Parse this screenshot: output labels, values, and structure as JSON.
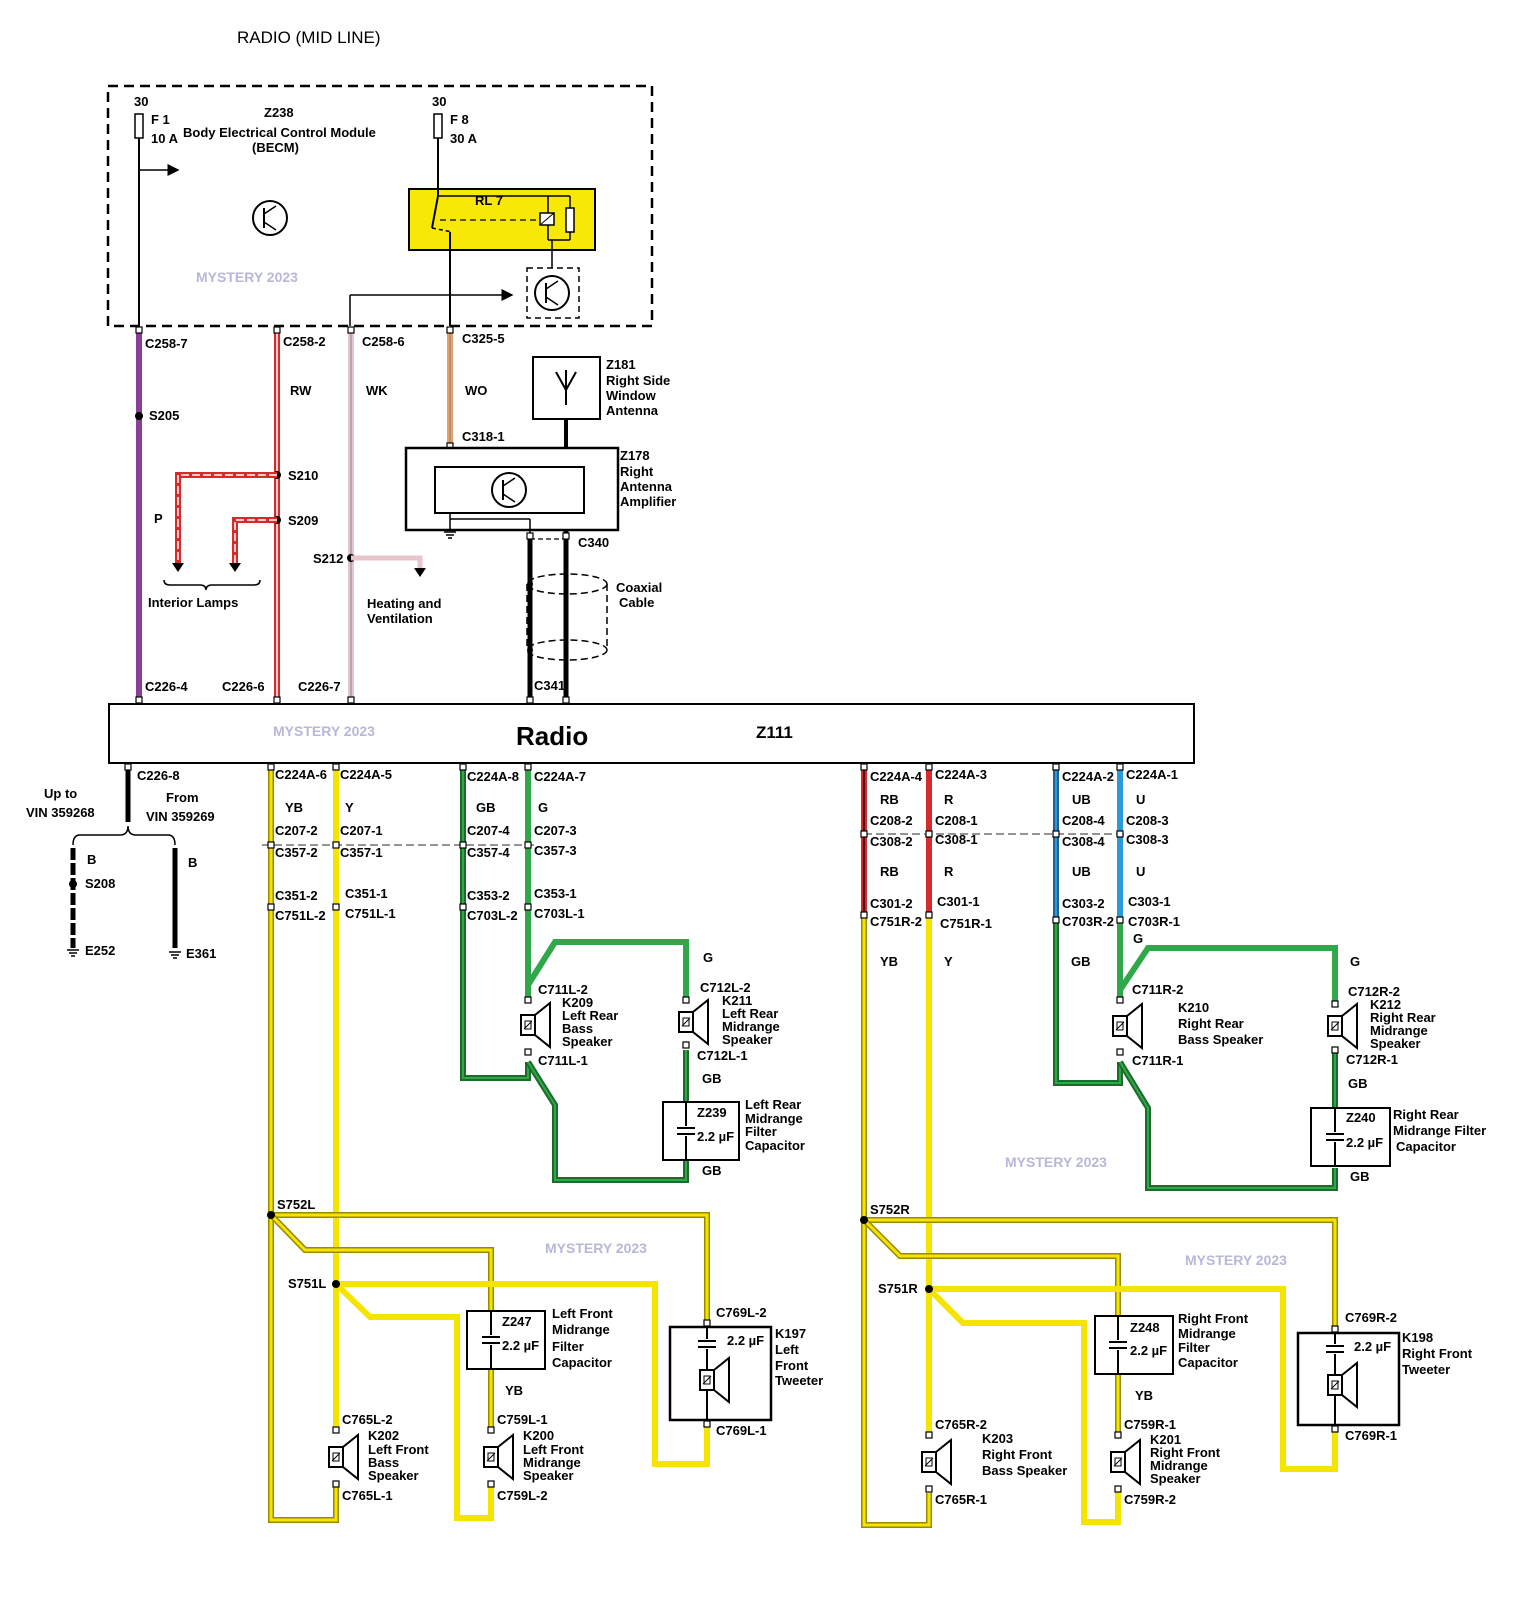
{
  "title": "RADIO (MID LINE)",
  "watermark": "MYSTERY 2023",
  "colors": {
    "purple": "#8a3f96",
    "red": "#d42b2b",
    "pink": "#e8c4cc",
    "orange": "#e4a36b",
    "green": "#2fa84a",
    "darkgreen": "#1c6b2a",
    "yellow": "#f5e400",
    "yellowdark": "#9a8a00",
    "blue": "#2a9bd8",
    "darkblue": "#1f5f9a",
    "black": "#000000",
    "relay": "#f7e805"
  },
  "becm": {
    "code": "Z238",
    "name": "Body Electrical Control Module",
    "abbr": "(BECM)",
    "fuse1": {
      "pin": "30",
      "id": "F 1",
      "rating": "10 A"
    },
    "fuse8": {
      "pin": "30",
      "id": "F 8",
      "rating": "30 A"
    },
    "relay": "RL 7"
  },
  "connectors": {
    "c258_7": "C258-7",
    "c258_2": "C258-2",
    "c258_6": "C258-6",
    "c325_5": "C325-5",
    "c318_1": "C318-1",
    "c340": "C340",
    "c341": "C341",
    "c226_4": "C226-4",
    "c226_6": "C226-6",
    "c226_7": "C226-7",
    "c226_8": "C226-8",
    "c224a_6": "C224A-6",
    "c224a_5": "C224A-5",
    "c224a_8": "C224A-8",
    "c224a_7": "C224A-7",
    "c224a_4": "C224A-4",
    "c224a_3": "C224A-3",
    "c224a_2": "C224A-2",
    "c224a_1": "C224A-1",
    "c207_2": "C207-2",
    "c207_1": "C207-1",
    "c207_4": "C207-4",
    "c207_3": "C207-3",
    "c357_2": "C357-2",
    "c357_1": "C357-1",
    "c357_4": "C357-4",
    "c357_3": "C357-3",
    "c351_2": "C351-2",
    "c351_1": "C351-1",
    "c751l_2": "C751L-2",
    "c751l_1": "C751L-1",
    "c353_2": "C353-2",
    "c353_1": "C353-1",
    "c703l_2": "C703L-2",
    "c703l_1": "C703L-1",
    "c208_2": "C208-2",
    "c208_1": "C208-1",
    "c308_2": "C308-2",
    "c308_1": "C308-1",
    "c208_4": "C208-4",
    "c208_3": "C208-3",
    "c308_4": "C308-4",
    "c308_3": "C308-3",
    "c301_2": "C301-2",
    "c301_1": "C301-1",
    "c751r_2": "C751R-2",
    "c751r_1": "C751R-1",
    "c303_2": "C303-2",
    "c303_1": "C303-1",
    "c703r_2": "C703R-2",
    "c703r_1": "C703R-1",
    "c711l_2": "C711L-2",
    "c711l_1": "C711L-1",
    "c712l_2": "C712L-2",
    "c712l_1": "C712L-1",
    "c711r_2": "C711R-2",
    "c711r_1": "C711R-1",
    "c712r_2": "C712R-2",
    "c712r_1": "C712R-1",
    "c765l_2": "C765L-2",
    "c765l_1": "C765L-1",
    "c759l_1": "C759L-1",
    "c759l_2": "C759L-2",
    "c769l_2": "C769L-2",
    "c769l_1": "C769L-1",
    "c765r_2": "C765R-2",
    "c765r_1": "C765R-1",
    "c759r_1": "C759R-1",
    "c759r_2": "C759R-2",
    "c769r_2": "C769R-2",
    "c769r_1": "C769R-1"
  },
  "splices": {
    "s205": "S205",
    "s210": "S210",
    "s209": "S209",
    "s212": "S212",
    "s208": "S208",
    "s752l": "S752L",
    "s751l": "S751L",
    "s752r": "S752R",
    "s751r": "S751R"
  },
  "wires": {
    "rw": "RW",
    "wk": "WK",
    "wo": "WO",
    "p": "P",
    "b": "B",
    "yb": "YB",
    "y": "Y",
    "gb": "GB",
    "g": "G",
    "rb": "RB",
    "r": "R",
    "ub": "UB",
    "u": "U"
  },
  "grounds": {
    "e252": "E252",
    "e361": "E361"
  },
  "vin": {
    "upto": "Up to",
    "upto_vin": "VIN 359268",
    "from": "From",
    "from_vin": "VIN 359269"
  },
  "labels": {
    "interior_lamps": "Interior Lamps",
    "heating1": "Heating and",
    "heating2": "Ventilation",
    "coax1": "Coaxial",
    "coax2": "Cable"
  },
  "antenna": {
    "code": "Z181",
    "l1": "Right Side",
    "l2": "Window",
    "l3": "Antenna"
  },
  "amplifier": {
    "code": "Z178",
    "l1": "Right",
    "l2": "Antenna",
    "l3": "Amplifier"
  },
  "radio": {
    "name": "Radio",
    "code": "Z111"
  },
  "components": {
    "k209": {
      "code": "K209",
      "l1": "Left Rear",
      "l2": "Bass",
      "l3": "Speaker"
    },
    "k211": {
      "code": "K211",
      "l1": "Left Rear",
      "l2": "Midrange",
      "l3": "Speaker"
    },
    "z239": {
      "code": "Z239",
      "value": "2.2 µF",
      "l1": "Left Rear",
      "l2": "Midrange",
      "l3": "Filter",
      "l4": "Capacitor"
    },
    "k210": {
      "code": "K210",
      "l1": "Right Rear",
      "l2": "Bass Speaker"
    },
    "k212": {
      "code": "K212",
      "l1": "Right Rear",
      "l2": "Midrange",
      "l3": "Speaker"
    },
    "z240": {
      "code": "Z240",
      "value": "2.2 µF",
      "l1": "Right Rear",
      "l2": "Midrange Filter",
      "l3": "Capacitor"
    },
    "z247": {
      "code": "Z247",
      "value": "2.2 µF",
      "l1": "Left Front",
      "l2": "Midrange",
      "l3": "Filter",
      "l4": "Capacitor"
    },
    "k197": {
      "code": "K197",
      "value": "2.2 µF",
      "l1": "Left",
      "l2": "Front",
      "l3": "Tweeter"
    },
    "k202": {
      "code": "K202",
      "l1": "Left Front",
      "l2": "Bass",
      "l3": "Speaker"
    },
    "k200": {
      "code": "K200",
      "l1": "Left Front",
      "l2": "Midrange",
      "l3": "Speaker"
    },
    "z248": {
      "code": "Z248",
      "value": "2.2 µF",
      "l1": "Right Front",
      "l2": "Midrange",
      "l3": "Filter",
      "l4": "Capacitor"
    },
    "k198": {
      "code": "K198",
      "value": "2.2 µF",
      "l1": "Right Front",
      "l2": "Tweeter"
    },
    "k203": {
      "code": "K203",
      "l1": "Right Front",
      "l2": "Bass Speaker"
    },
    "k201": {
      "code": "K201",
      "l1": "Right Front",
      "l2": "Midrange",
      "l3": "Speaker"
    }
  }
}
